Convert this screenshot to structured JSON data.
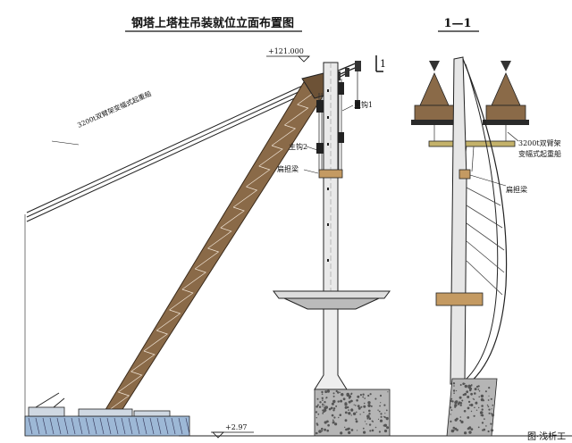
{
  "title_left": "钢塔上塔柱吊装就位立面布置图",
  "title_right": "1—1",
  "section_mark": "1",
  "elev_top": "+121.000",
  "elev_bottom": "+2.97",
  "label_crane": "3200t双臂架变幅式起重船",
  "label_hook1": "主钩1",
  "label_hook2": "主钩2",
  "label_beam_left": "扁担梁",
  "label_crane_right_1": "3200t双臂架",
  "label_crane_right_2": "变幅式起重船",
  "label_beam_right": "扁担梁",
  "watermark": "图·浅析工",
  "colors": {
    "boom": "#8a6a48",
    "beam": "#c49a62",
    "tower": "#e8e8e8",
    "water": "#9db8d6",
    "stroke": "#222222"
  }
}
